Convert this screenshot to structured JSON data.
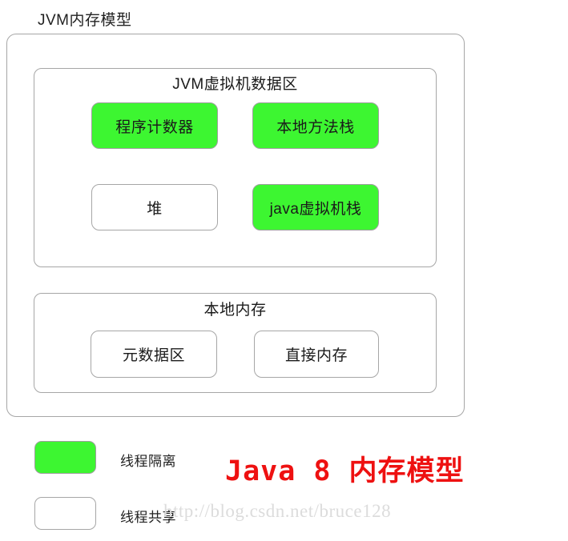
{
  "diagram": {
    "label": "JVM内存模型",
    "sections": [
      {
        "name": "runtime-data-area",
        "title": "JVM虚拟机数据区",
        "nodes": [
          {
            "name": "program-counter",
            "label": "程序计数器",
            "type": "isolated"
          },
          {
            "name": "native-method-stack",
            "label": "本地方法栈",
            "type": "isolated"
          },
          {
            "name": "heap",
            "label": "堆",
            "type": "shared"
          },
          {
            "name": "jvm-stack",
            "label": "java虚拟机栈",
            "type": "isolated"
          }
        ]
      },
      {
        "name": "native-memory",
        "title": "本地内存",
        "nodes": [
          {
            "name": "metaspace",
            "label": "元数据区",
            "type": "shared"
          },
          {
            "name": "direct-memory",
            "label": "直接内存",
            "type": "shared"
          }
        ]
      }
    ]
  },
  "legend": {
    "items": [
      {
        "name": "thread-isolated",
        "label": "线程隔离",
        "type": "isolated"
      },
      {
        "name": "thread-shared",
        "label": "线程共享",
        "type": "shared"
      }
    ]
  },
  "title": {
    "text": "Java 8 内存模型",
    "color": "#ee1111"
  },
  "watermark": {
    "text": "http://blog.csdn.net/bruce128",
    "color": "#dcdcdc"
  },
  "colors": {
    "isolated_fill": "#3df631",
    "shared_fill": "#ffffff",
    "border": "#a6a6a6",
    "text": "#1a1a1a"
  }
}
